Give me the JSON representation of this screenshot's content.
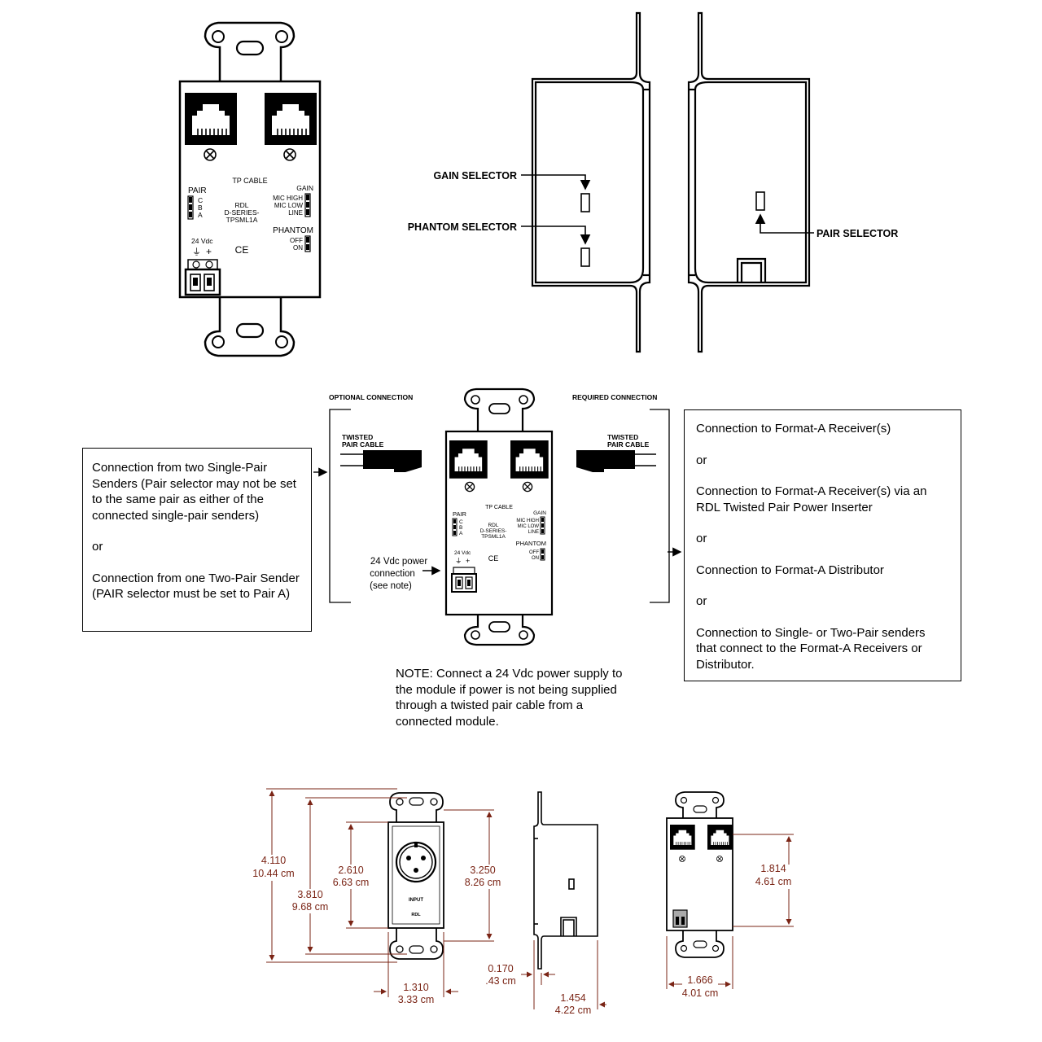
{
  "front_panel": {
    "tp_cable": "TP CABLE",
    "pair_label": "PAIR",
    "pair_options": [
      "C",
      "B",
      "A"
    ],
    "gain_label": "GAIN",
    "gain_options": [
      "MIC HIGH",
      "MIC LOW",
      "LINE"
    ],
    "model_lines": [
      "RDL",
      "D-SERIES-",
      "TPSML1A"
    ],
    "phantom_label": "PHANTOM",
    "phantom_options": [
      "OFF",
      "ON"
    ],
    "power_label": "24 Vdc",
    "ce_mark": "CE",
    "terminal_symbols": [
      "⏚",
      "+"
    ]
  },
  "side_view": {
    "gain_selector": "GAIN SELECTOR",
    "phantom_selector": "PHANTOM SELECTOR",
    "pair_selector": "PAIR SELECTOR"
  },
  "connection_diagram": {
    "optional_connection": "OPTIONAL CONNECTION",
    "required_connection": "REQUIRED CONNECTION",
    "twisted_pair_cable": [
      "TWISTED",
      "PAIR CABLE"
    ],
    "power_connection_label": [
      "24 Vdc power",
      "connection",
      "(see note)"
    ],
    "left_box": [
      "Connection from two Single-Pair Senders (Pair selector may not be set to the same pair as either of the connected single-pair senders)",
      "or",
      "Connection from one Two-Pair Sender (PAIR selector must be set to Pair A)"
    ],
    "right_box": [
      "Connection to Format-A Receiver(s)",
      "or",
      "Connection to Format-A Receiver(s) via an RDL Twisted Pair Power Inserter",
      "or",
      "Connection to Format-A Distributor",
      "or",
      "Connection to Single- or Two-Pair senders that connect to the Format-A Receivers or Distributor."
    ],
    "note": "NOTE: Connect a 24 Vdc power supply to the module if power is not being supplied through a twisted pair cable from a connected module."
  },
  "dimensions": {
    "input_label": "INPUT",
    "brand": "RDL",
    "d_4110": [
      "4.110",
      "10.44 cm"
    ],
    "d_3810": [
      "3.810",
      "9.68 cm"
    ],
    "d_2610": [
      "2.610",
      "6.63 cm"
    ],
    "d_3250": [
      "3.250",
      "8.26 cm"
    ],
    "d_1310": [
      "1.310",
      "3.33 cm"
    ],
    "d_0170": [
      "0.170",
      ".43 cm"
    ],
    "d_1454": [
      "1.454",
      "4.22 cm"
    ],
    "d_1814": [
      "1.814",
      "4.61 cm"
    ],
    "d_1666": [
      "1.666",
      "4.01 cm"
    ],
    "dim_color": "#7a2415"
  }
}
